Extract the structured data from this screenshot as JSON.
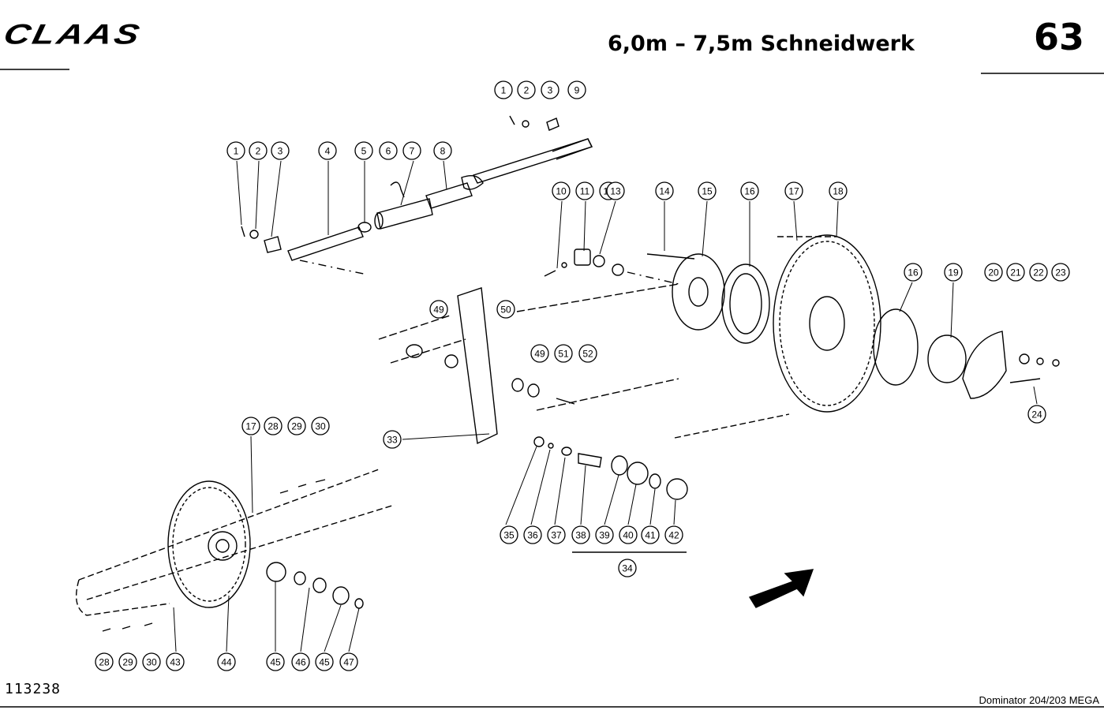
{
  "header": {
    "logo": "CLAAS",
    "title": "6,0m – 7,5m Schneidwerk",
    "page_number": "63"
  },
  "footer": {
    "drawing_number": "113238",
    "model": "Dominator 204/203 MEGA"
  },
  "callouts": [
    "1",
    "2",
    "3",
    "9",
    "1",
    "2",
    "3",
    "4",
    "5",
    "6",
    "7",
    "8",
    "10",
    "11",
    "12",
    "13",
    "14",
    "15",
    "16",
    "17",
    "18",
    "16",
    "19",
    "20",
    "21",
    "22",
    "23",
    "24",
    "49",
    "50",
    "49",
    "51",
    "52",
    "33",
    "17",
    "28",
    "29",
    "30",
    "35",
    "36",
    "37",
    "38",
    "39",
    "40",
    "41",
    "42",
    "34",
    "28",
    "29",
    "30",
    "43",
    "44",
    "45",
    "46",
    "45",
    "47"
  ]
}
